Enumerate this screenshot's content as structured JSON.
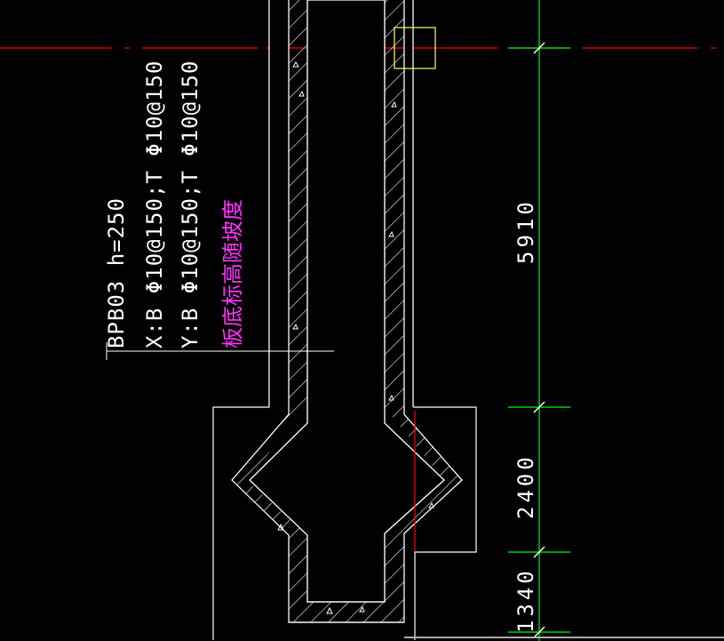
{
  "annotation": {
    "line1": "BPB03 h=250",
    "line2": "X:B Φ10@150;T Φ10@150",
    "line3": "Y:B Φ10@150;T Φ10@150",
    "line4": "板底标高随坡度"
  },
  "dimensions": {
    "d1": "5910",
    "d2": "2400",
    "d3": "1340"
  },
  "colors": {
    "background": "#000000",
    "outline": "#ffffff",
    "dimension": "#00ff00",
    "axis": "#ff0000",
    "annotation_note": "#ff33ff",
    "selection": "#ffff66"
  }
}
